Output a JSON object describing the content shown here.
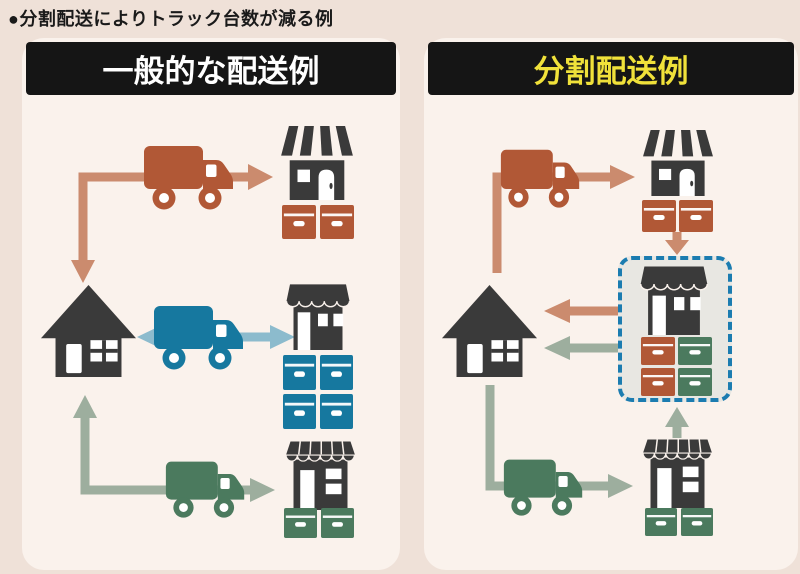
{
  "title": "●分割配送によりトラック台数が減る例",
  "panels": {
    "general": {
      "header": "一般的な配送例",
      "truck_count": 3,
      "trucks": [
        "orange-truck",
        "blue-truck",
        "green-truck"
      ],
      "nodes": [
        "house",
        "store-top",
        "store-middle",
        "store-bottom"
      ],
      "routes": [
        "orange-truck: store-top <-> house",
        "blue-truck: store-middle <-> house",
        "green-truck: store-bottom <-> house"
      ],
      "store_boxes": {
        "store-top": [
          "orange",
          "orange"
        ],
        "store-middle": [
          "blue",
          "blue",
          "blue",
          "blue"
        ],
        "store-bottom": [
          "green",
          "green"
        ]
      }
    },
    "split": {
      "header": "分割配送例",
      "truck_count": 2,
      "trucks": [
        "orange-truck",
        "green-truck"
      ],
      "nodes": [
        "house",
        "store-top",
        "store-middle-consolidation",
        "store-bottom"
      ],
      "routes": [
        "orange-truck: house side -> store-top",
        "store-top -> store-middle-consolidation",
        "store-middle-consolidation -> house (orange goods)",
        "store-middle-consolidation -> house (green goods)",
        "green-truck: house side -> store-bottom",
        "store-bottom -> store-middle-consolidation"
      ],
      "store_boxes": {
        "store-top": [
          "orange",
          "orange"
        ],
        "store-middle-consolidation": [
          "orange",
          "green",
          "orange",
          "green"
        ],
        "store-bottom": [
          "green",
          "green"
        ]
      },
      "highlight": "store-middle-consolidation (blue dashed border)"
    }
  },
  "colors": {
    "background": "#efe1d8",
    "panel_background": "#faf2ec",
    "header_background": "#151515",
    "header_text_general": "#ffffff",
    "header_text_split": "#f0e13a",
    "orange": "#b15836",
    "orange_arrow": "#cb8b6e",
    "blue": "#16789f",
    "blue_arrow": "#8cbbcd",
    "green": "#4b7a5e",
    "green_arrow": "#9dae9e",
    "building_dark": "#3a3a3a",
    "dashed_border": "#1b7cb0",
    "dashed_fill": "#e8e7e2"
  }
}
